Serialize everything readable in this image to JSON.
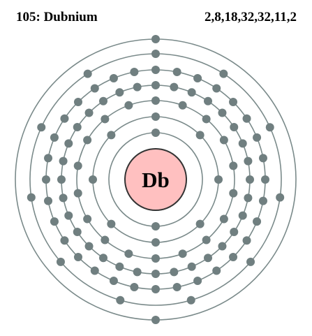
{
  "element": {
    "title": "105: Dubnium",
    "symbol": "Db",
    "electron_configuration": "2,8,18,32,32,11,2"
  },
  "shells": [
    2,
    8,
    18,
    32,
    32,
    11,
    2
  ],
  "colors": {
    "shell_ring": "#7a8a8a",
    "electron": "#707f80",
    "nucleus_fill": "#ffc0c0",
    "nucleus_stroke": "#333333",
    "text": "#000000"
  }
}
